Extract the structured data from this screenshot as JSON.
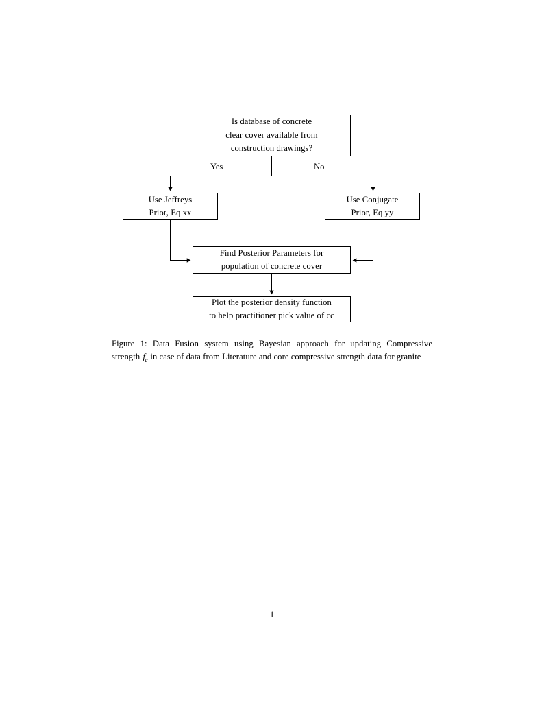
{
  "document": {
    "page_number": "1",
    "background_color": "#ffffff",
    "text_color": "#000000"
  },
  "figure": {
    "stroke_color": "#000000",
    "fill_color": "#ffffff",
    "nodes": {
      "question": {
        "lines": [
          "Is database of concrete",
          "clear cover available from",
          "construction drawings?"
        ]
      },
      "jeffreys": {
        "lines": [
          "Use Jeffreys",
          "Prior, Eq xx"
        ]
      },
      "conjugate": {
        "lines": [
          "Use Conjugate",
          "Prior, Eq yy"
        ]
      },
      "posterior": {
        "lines": [
          "Find Posterior Parameters for",
          "population of concrete cover"
        ]
      },
      "plot": {
        "lines": [
          "Plot the posterior density function",
          "to help practitioner pick value of cc"
        ]
      }
    },
    "edge_labels": {
      "yes": "Yes",
      "no": "No"
    }
  },
  "caption": {
    "label": "Figure 1:",
    "text_before_math": "Data Fusion system using Bayesian approach for updating Compressive strength",
    "math_variable": "f",
    "math_subscript": "c",
    "text_after_math": "in case of data from Literature and core compressive strength data for granite"
  }
}
